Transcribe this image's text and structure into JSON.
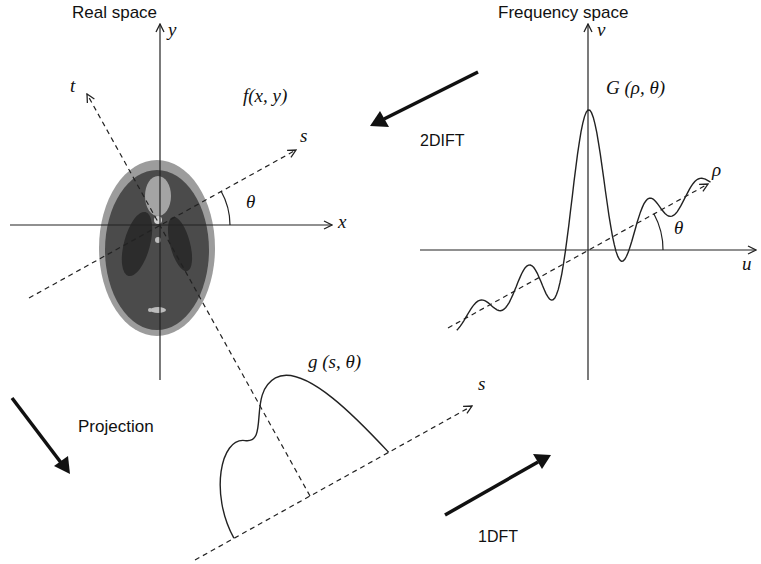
{
  "diagram": {
    "labels": [
      "Real space",
      "Frequency space",
      "y",
      "t",
      "f(x, y)",
      "v",
      "G (ρ, θ)",
      "s",
      "2DIFT",
      "ρ",
      "θ",
      "x",
      "θ",
      "u",
      "g (s, θ)",
      "s",
      "Projection",
      "1DFT"
    ]
  }
}
